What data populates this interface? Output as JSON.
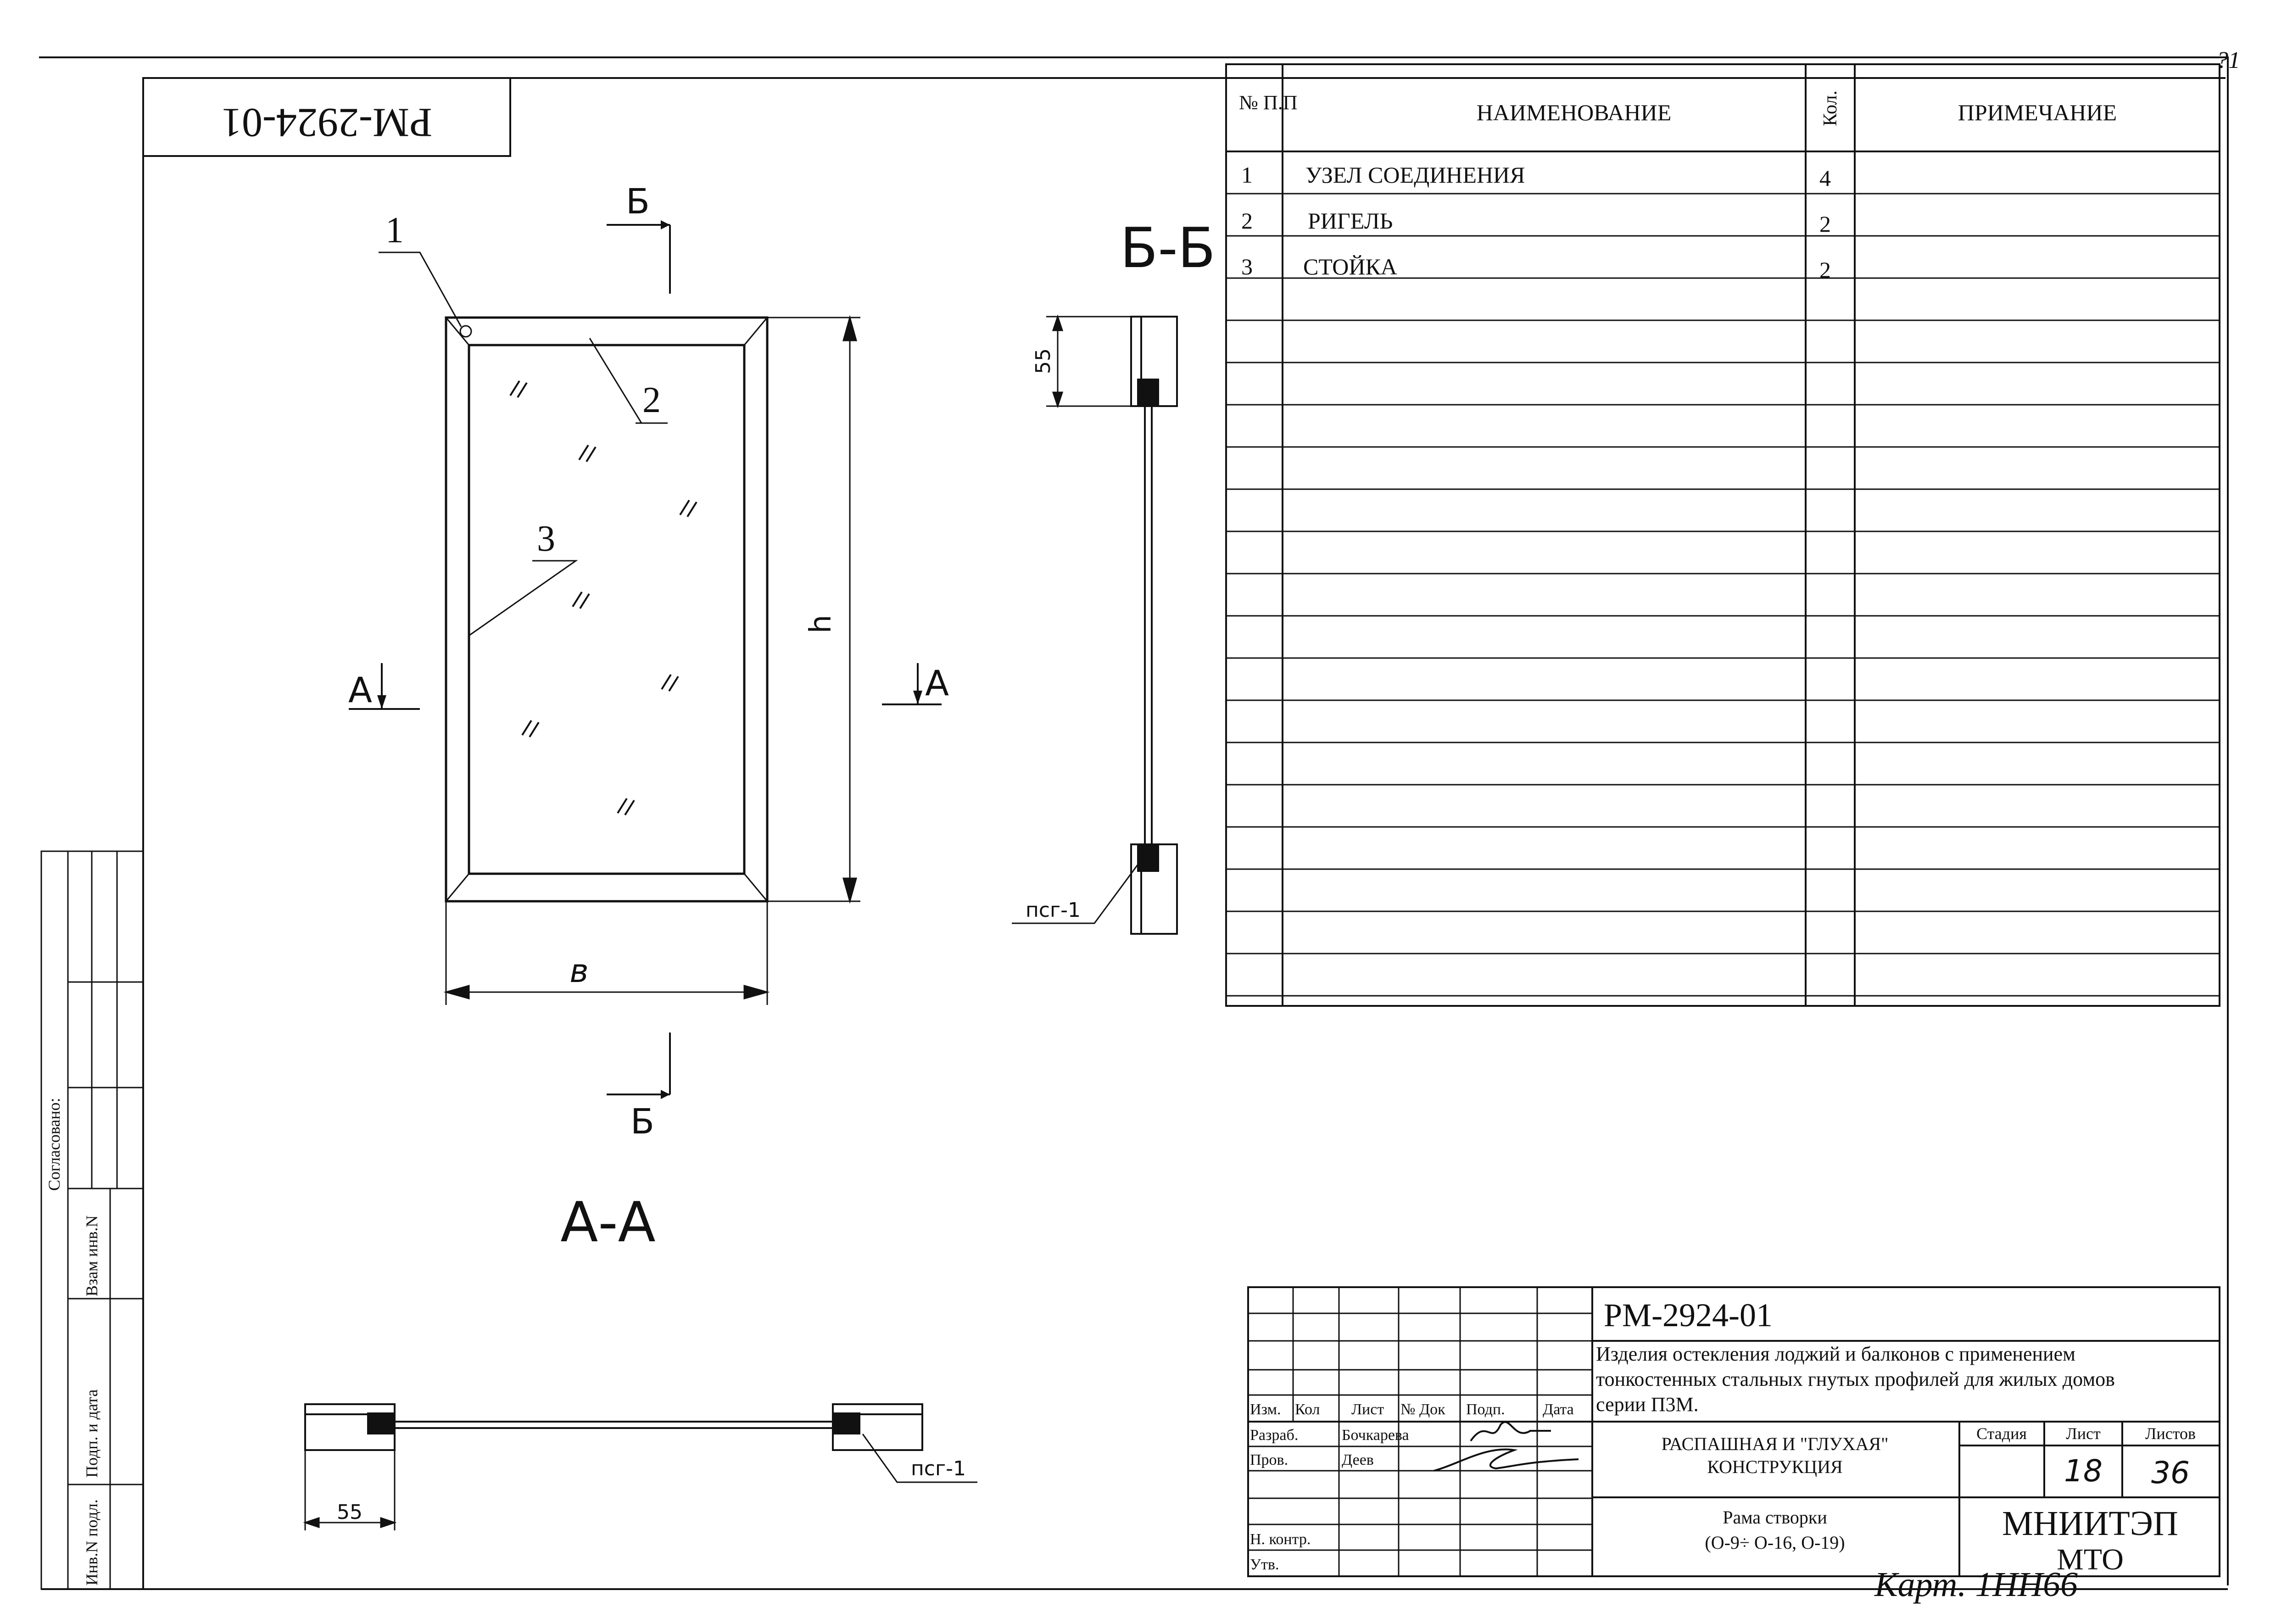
{
  "document": {
    "sheet_marker": "?1",
    "rotated_code": "РМ-2924-01"
  },
  "drawing": {
    "section_b_marker": "Б",
    "section_a_marker": "А",
    "section_bb_title": "Б-Б",
    "section_aa_title": "А-А",
    "dim_h": "h",
    "dim_b": "в",
    "dim_55": "55",
    "callouts": [
      "1",
      "2",
      "3"
    ],
    "seal_label": "псг-1"
  },
  "spec_table": {
    "headers": {
      "num": "№ П.П",
      "name": "НАИМЕНОВАНИЕ",
      "qty": "Кол.",
      "note": "ПРИМЕЧАНИЕ"
    },
    "rows": [
      {
        "num": "1",
        "name": "УЗЕЛ СОЕДИНЕНИЯ",
        "qty": "4",
        "note": ""
      },
      {
        "num": "2",
        "name": "РИГЕЛЬ",
        "qty": "2",
        "note": ""
      },
      {
        "num": "3",
        "name": "СТОЙКА",
        "qty": "2",
        "note": ""
      }
    ]
  },
  "side_stamp": {
    "agreed": "Согласовано:",
    "replace_inv": "Взам инв.N",
    "sign_date": "Подп. и дата",
    "inv_no": "Инв.N подл."
  },
  "title_block": {
    "code": "РМ-2924-01",
    "description": "Изделия остекления лоджий и балконов с применением тонкостенных стальных гнутых профилей для жилых домов серии П3М.",
    "desc_lines": [
      "Изделия остекления лоджий и балконов с применением",
      "тонкостенных стальных гнутых профилей для жилых домов",
      "серии П3М."
    ],
    "col_headers": [
      "Изм.",
      "Кол",
      "Лист",
      "№ Док",
      "Подп.",
      "Дата"
    ],
    "roles": [
      {
        "role": "Разраб.",
        "name": "Бочкарева"
      },
      {
        "role": "Пров.",
        "name": "Деев"
      },
      {
        "role": "Н. контр.",
        "name": ""
      },
      {
        "role": "Утв.",
        "name": ""
      }
    ],
    "construction": [
      "РАСПАШНАЯ И \"ГЛУХАЯ\"",
      "КОНСТРУКЦИЯ"
    ],
    "construction_text": "РАСПАШНАЯ И \"ГЛУХАЯ\" КОНСТРУКЦИЯ",
    "item": [
      "Рама створки",
      "(О-9÷ О-16, О-19)"
    ],
    "item_text": "Рама створки (О-9÷ О-16, О-19)",
    "stage_label": "Стадия",
    "sheet_label": "Лист",
    "sheets_label": "Листов",
    "sheet_value": "18",
    "sheets_value": "36",
    "org": [
      "МНИИТЭП",
      "МТО"
    ],
    "org_text": "МНИИТЭП МТО",
    "handwritten_note": "Карт. 1НН66"
  }
}
